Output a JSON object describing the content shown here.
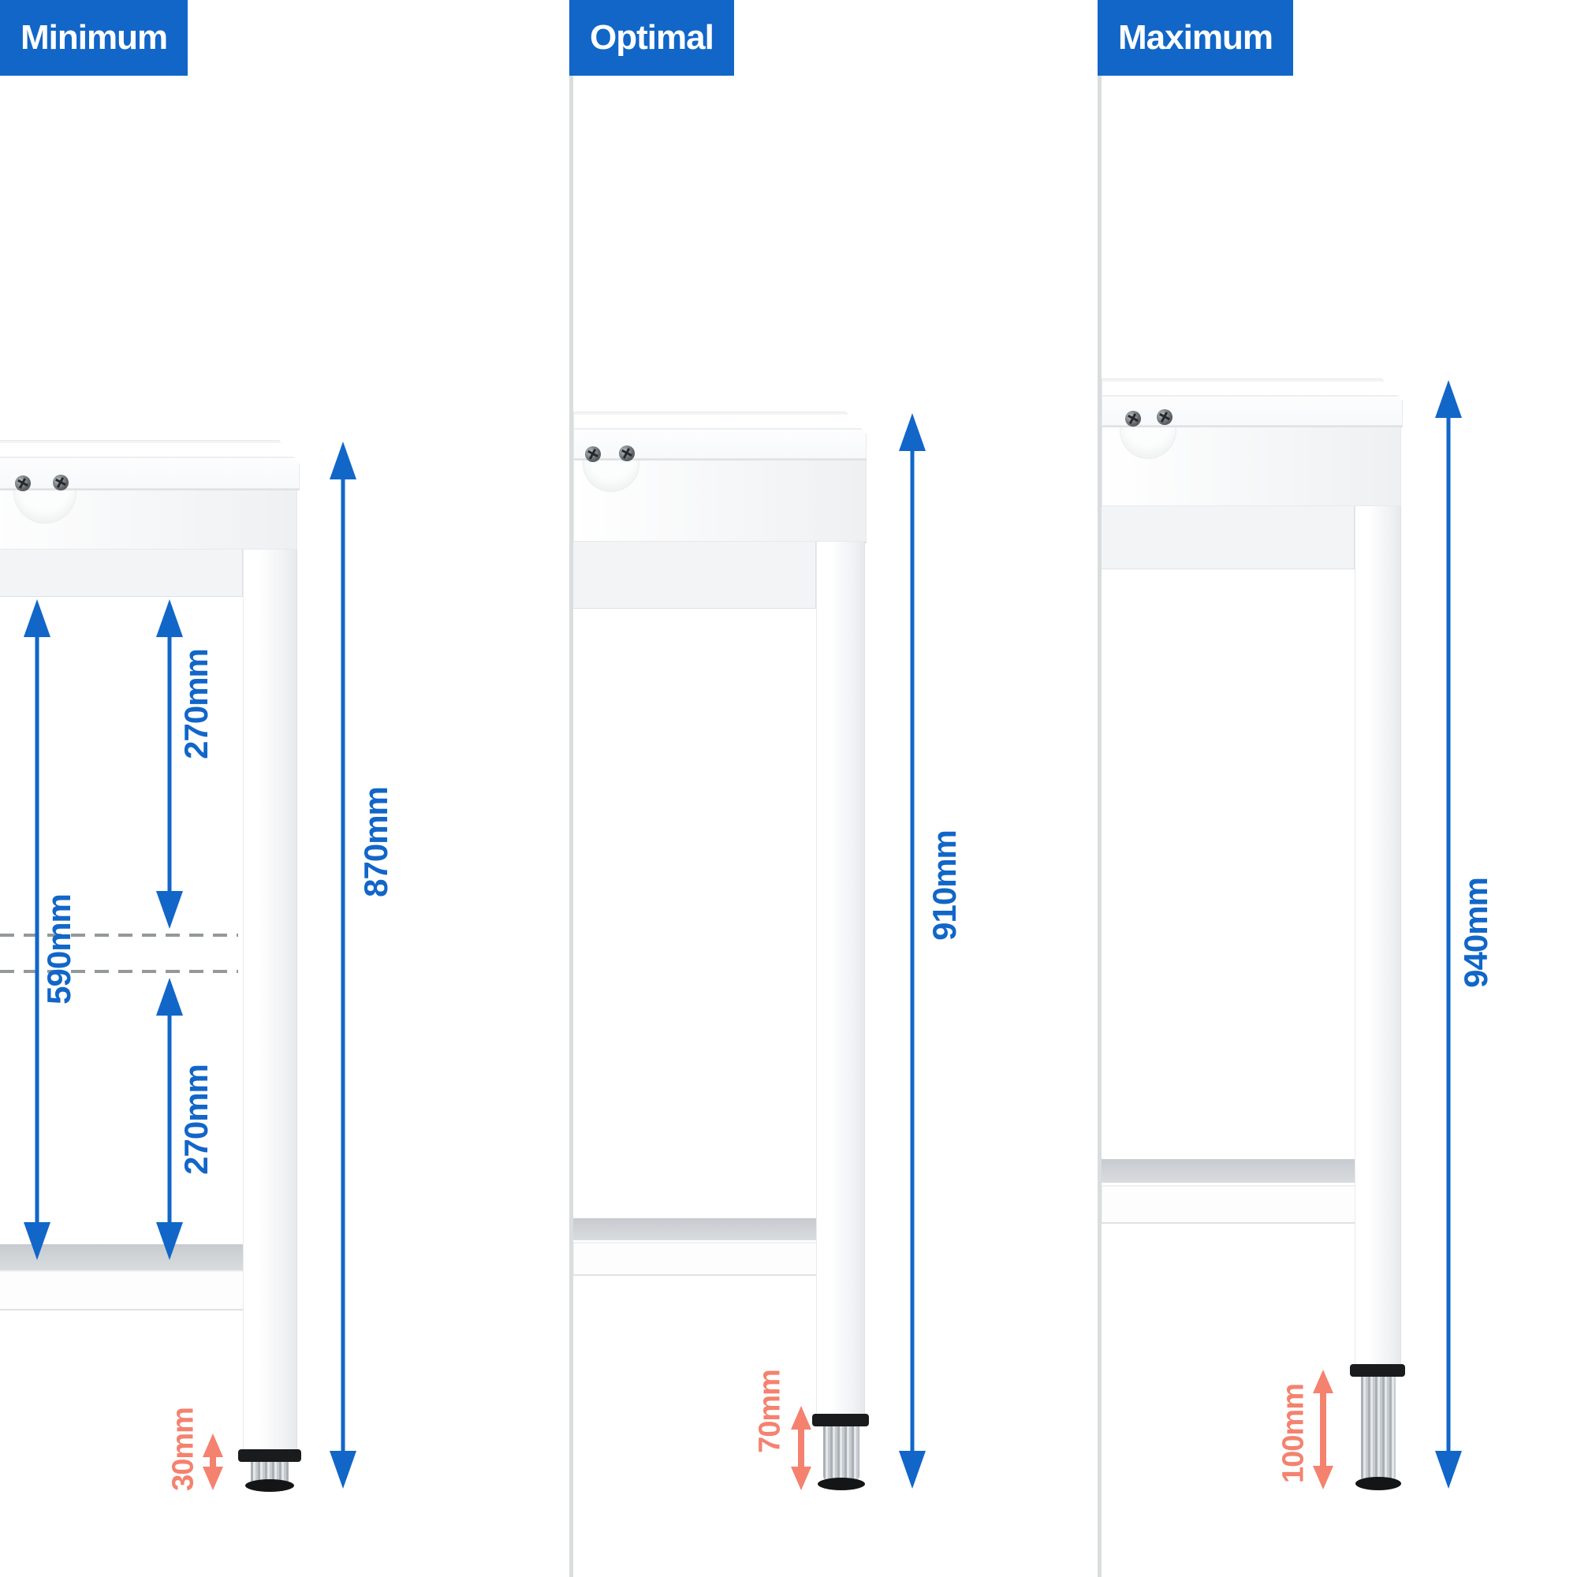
{
  "panels": [
    {
      "label": "Minimum",
      "height_label": "870mm",
      "foot_label": "30mm",
      "clearance_label": "590mm",
      "upper_gap_label": "270mm",
      "lower_gap_label": "270mm"
    },
    {
      "label": "Optimal",
      "height_label": "910mm",
      "foot_label": "70mm"
    },
    {
      "label": "Maximum",
      "height_label": "940mm",
      "foot_label": "100mm"
    }
  ],
  "colors": {
    "accent_blue": "#1166c8",
    "accent_orange": "#f4826f",
    "divider_gray": "#dadcde",
    "dash_gray": "#94989b"
  }
}
